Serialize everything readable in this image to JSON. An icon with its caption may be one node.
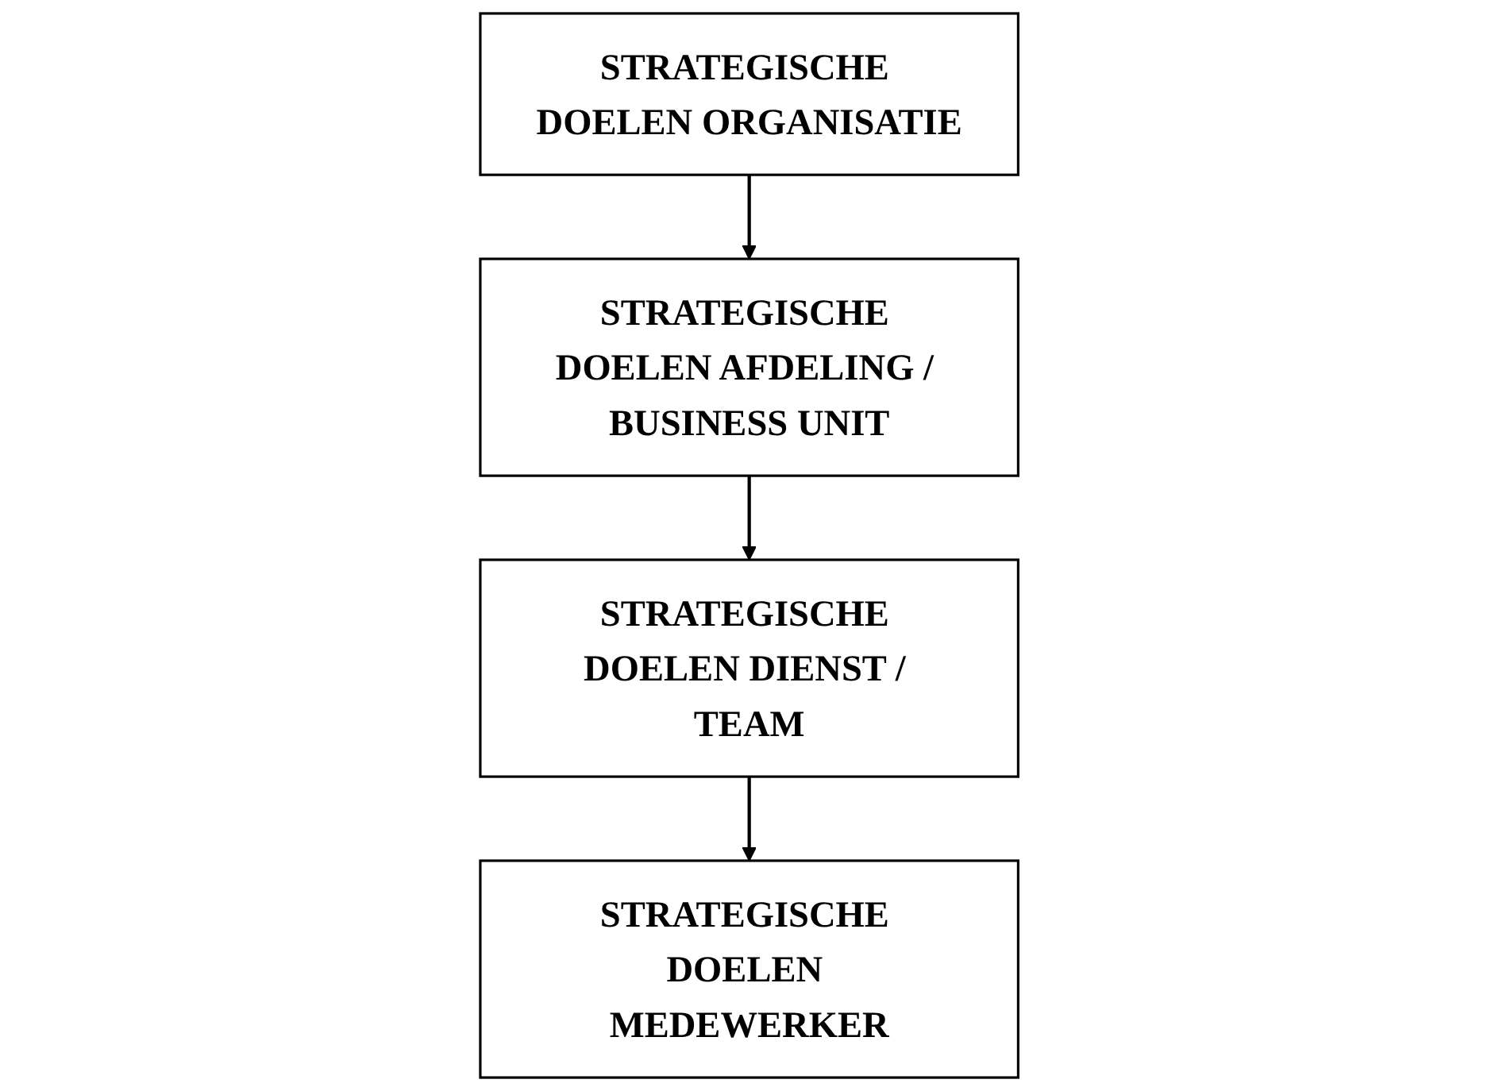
{
  "diagram": {
    "nodes": [
      {
        "text": [
          "STRATEGISCHE DOELEN ORGANISATIE"
        ]
      },
      {
        "text": [
          "STRATEGISCHE DOELEN AFDELING / BUSINESS UNIT"
        ]
      },
      {
        "text": [
          "STRATEGISCHE DOELEN DIENST / TEAM"
        ]
      },
      {
        "text": [
          "STRATEGISCHE DOELEN MEDEWERKER"
        ]
      }
    ],
    "edges": [
      {
        "from": 0,
        "to": 1,
        "arrow": "to"
      },
      {
        "from": 1,
        "to": 2,
        "arrow": "to"
      },
      {
        "from": 2,
        "to": 3,
        "arrow": "to"
      }
    ]
  }
}
